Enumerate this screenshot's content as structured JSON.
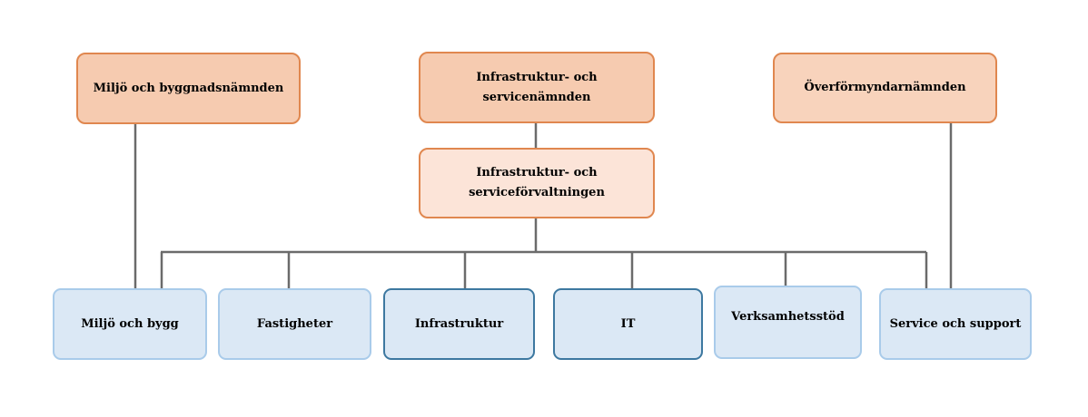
{
  "top_boards": [
    {
      "label": "Miljö och byggnadsnämnden"
    },
    {
      "label_line1": "Infrastruktur- och",
      "label_line2": "servicenämnden"
    },
    {
      "label": "Överförmyndarnämnden"
    }
  ],
  "administration": {
    "label_line1": "Infrastruktur- och",
    "label_line2": "serviceförvaltningen"
  },
  "units": [
    {
      "label": "Miljö och bygg"
    },
    {
      "label": "Fastigheter"
    },
    {
      "label": "Infrastruktur"
    },
    {
      "label": "IT"
    },
    {
      "label": "Verksamhetsstöd"
    },
    {
      "label": "Service och support"
    }
  ],
  "colors": {
    "board_fill": "#f6cbb0",
    "board_border": "#e0874f",
    "administration_fill": "#fce4d8",
    "unit_fill": "#dbe8f5",
    "unit_border": "#a9cbea",
    "unit_border_dark": "#3d78a0",
    "connector": "#6b6b6b"
  }
}
